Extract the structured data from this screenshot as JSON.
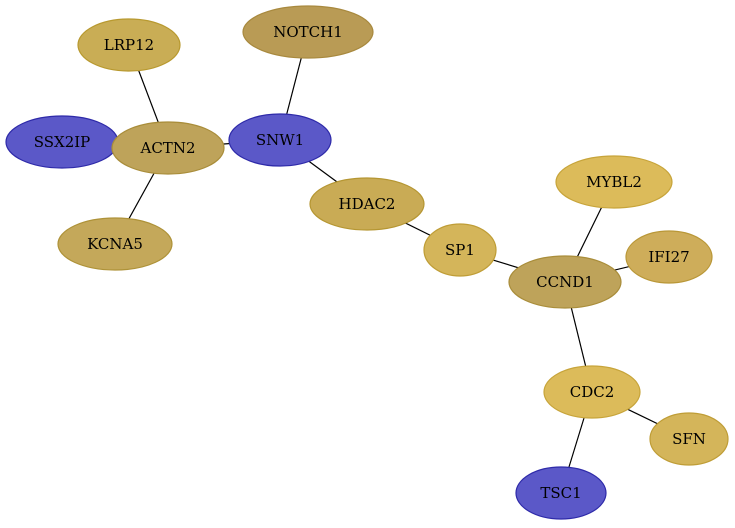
{
  "graph": {
    "nodes": [
      {
        "id": "NOTCH1",
        "label": "NOTCH1",
        "fill": "#b99b55",
        "stroke": "#a8893e"
      },
      {
        "id": "LRP12",
        "label": "LRP12",
        "fill": "#c9ad55",
        "stroke": "#b8992f"
      },
      {
        "id": "SSX2IP",
        "label": "SSX2IP",
        "fill": "#5b58c8",
        "stroke": "#2e2aa9"
      },
      {
        "id": "ACTN2",
        "label": "ACTN2",
        "fill": "#bea35a",
        "stroke": "#a98d3a"
      },
      {
        "id": "SNW1",
        "label": "SNW1",
        "fill": "#5b58c8",
        "stroke": "#2e2aa9"
      },
      {
        "id": "KCNA5",
        "label": "KCNA5",
        "fill": "#c4a85a",
        "stroke": "#ae9238"
      },
      {
        "id": "HDAC2",
        "label": "HDAC2",
        "fill": "#c9ab55",
        "stroke": "#b59632"
      },
      {
        "id": "MYBL2",
        "label": "MYBL2",
        "fill": "#dcbb5a",
        "stroke": "#c7a43a"
      },
      {
        "id": "SP1",
        "label": "SP1",
        "fill": "#d4b55a",
        "stroke": "#bf9d36"
      },
      {
        "id": "IFI27",
        "label": "IFI27",
        "fill": "#cead5a",
        "stroke": "#b99737"
      },
      {
        "id": "CCND1",
        "label": "CCND1",
        "fill": "#bea35a",
        "stroke": "#a98d3a"
      },
      {
        "id": "CDC2",
        "label": "CDC2",
        "fill": "#dcbb5a",
        "stroke": "#c7a43a"
      },
      {
        "id": "SFN",
        "label": "SFN",
        "fill": "#d4b55a",
        "stroke": "#bf9d36"
      },
      {
        "id": "TSC1",
        "label": "TSC1",
        "fill": "#5b58c8",
        "stroke": "#2e2aa9"
      }
    ],
    "edges": [
      [
        "LRP12",
        "ACTN2"
      ],
      [
        "SSX2IP",
        "ACTN2"
      ],
      [
        "ACTN2",
        "KCNA5"
      ],
      [
        "ACTN2",
        "SNW1"
      ],
      [
        "NOTCH1",
        "SNW1"
      ],
      [
        "SNW1",
        "HDAC2"
      ],
      [
        "HDAC2",
        "SP1"
      ],
      [
        "SP1",
        "CCND1"
      ],
      [
        "MYBL2",
        "CCND1"
      ],
      [
        "IFI27",
        "CCND1"
      ],
      [
        "CCND1",
        "CDC2"
      ],
      [
        "CDC2",
        "SFN"
      ],
      [
        "CDC2",
        "TSC1"
      ]
    ]
  }
}
